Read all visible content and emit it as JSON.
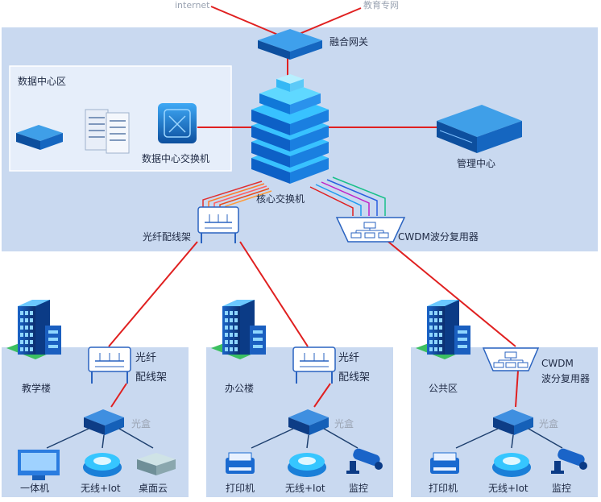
{
  "top": {
    "internet": "internet",
    "edu": "教育专网"
  },
  "core": {
    "gateway": "融合网关",
    "datacenter_title": "数据中心区",
    "dc_switch": "数据中心交换机",
    "core_switch": "核心交换机",
    "mgmt": "管理中心",
    "odf": "光纤配线架",
    "cwdm": "CWDM波分复用器"
  },
  "zones": [
    {
      "building": "教学楼",
      "dist1": "光纤",
      "dist2": "配线架",
      "box": "光盒",
      "devices": [
        "一体机",
        "无线+Iot",
        "桌面云"
      ]
    },
    {
      "building": "办公楼",
      "dist1": "光纤",
      "dist2": "配线架",
      "box": "光盒",
      "devices": [
        "打印机",
        "无线+Iot",
        "监控"
      ]
    },
    {
      "building": "公共区",
      "dist1": "CWDM",
      "dist2": "波分复用器",
      "box": "光盒",
      "devices": [
        "打印机",
        "无线+Iot",
        "监控"
      ]
    }
  ],
  "colors": {
    "panel": "#c9d9f0",
    "link": "#e02020",
    "blueDark": "#0c3d7a",
    "blue": "#1a7fd8",
    "cyan": "#25c4f5"
  }
}
